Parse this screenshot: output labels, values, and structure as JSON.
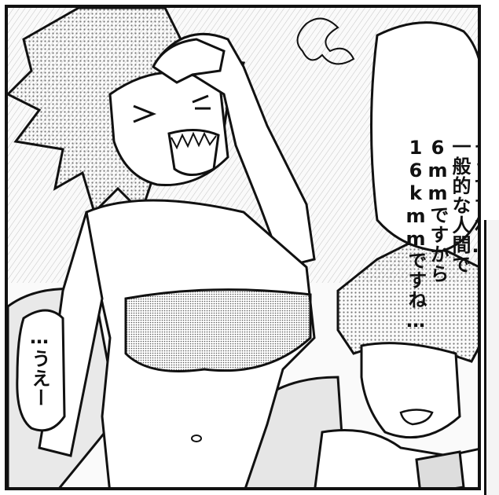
{
  "speech": {
    "main_bubble_lines": [
      "そうですね…",
      "一般的な人間で",
      "6mmですから",
      "16kmmですね…"
    ],
    "small_bubble_text": "…うえー"
  },
  "colors": {
    "ink": "#111111",
    "paper": "#fafafa",
    "screentone": "#888888"
  }
}
